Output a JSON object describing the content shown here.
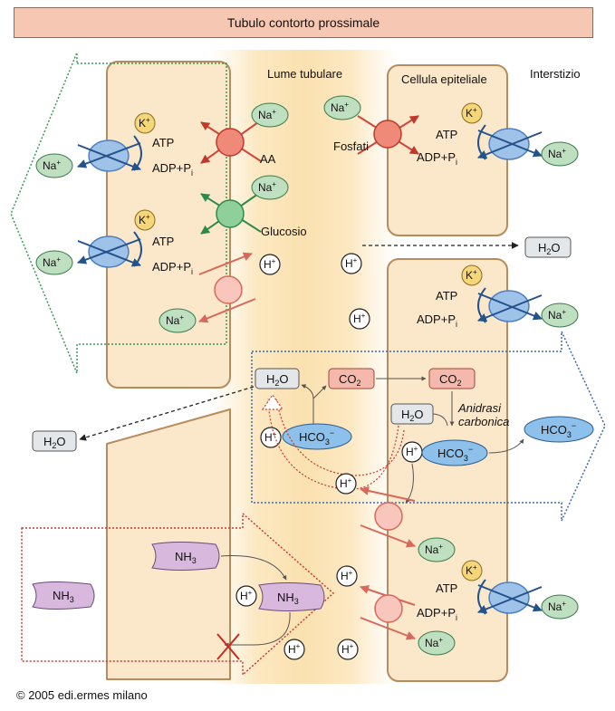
{
  "title": "Tubulo contorto prossimale",
  "regions": {
    "lumen": "Lume tubulare",
    "epithelial_cell": "Cellula epiteliale",
    "interstitium": "Interstizio"
  },
  "labels": {
    "na": "Na",
    "k": "K",
    "plus": "+",
    "atp": "ATP",
    "adp": "ADP+P",
    "adp_sub": "i",
    "aa": "AA",
    "glucose": "Glucosio",
    "phosphates": "Fosfati",
    "h": "H",
    "h2o_h": "H",
    "h2o_sub": "2",
    "h2o_o": "O",
    "co2_c": "CO",
    "co2_sub": "2",
    "hco3": "HCO",
    "hco3_sub": "3",
    "hco3_sup": "−",
    "enzyme_1": "Anidrasi",
    "enzyme_2": "carbonica",
    "nh3": "NH",
    "nh3_sub": "3"
  },
  "copyright": "© 2005 edi.ermes milano",
  "colors": {
    "title_bg": "#f6c7b3",
    "cell_fill": "#fbe7c9",
    "cell_border": "#b88a5c",
    "lumen_fill": "#fdf0d4",
    "na_fill": "#bfe0c0",
    "k_fill": "#f5d77a",
    "pump_fill": "#9fc2e8",
    "pump_stroke": "#4f7fbf",
    "h2o_fill": "#e4e7ea",
    "co2_fill": "#f4b8ad",
    "hco3_fill": "#8dc0ea",
    "nh3_fill": "#d9b8dd",
    "sym_red": "#e46a5a",
    "sym_green": "#7cc08a",
    "antiporter": "#f7b1a6",
    "green_dotted": "#3a9a56",
    "blue_dotted": "#3b6aa6",
    "red_dotted": "#cc3a33"
  }
}
